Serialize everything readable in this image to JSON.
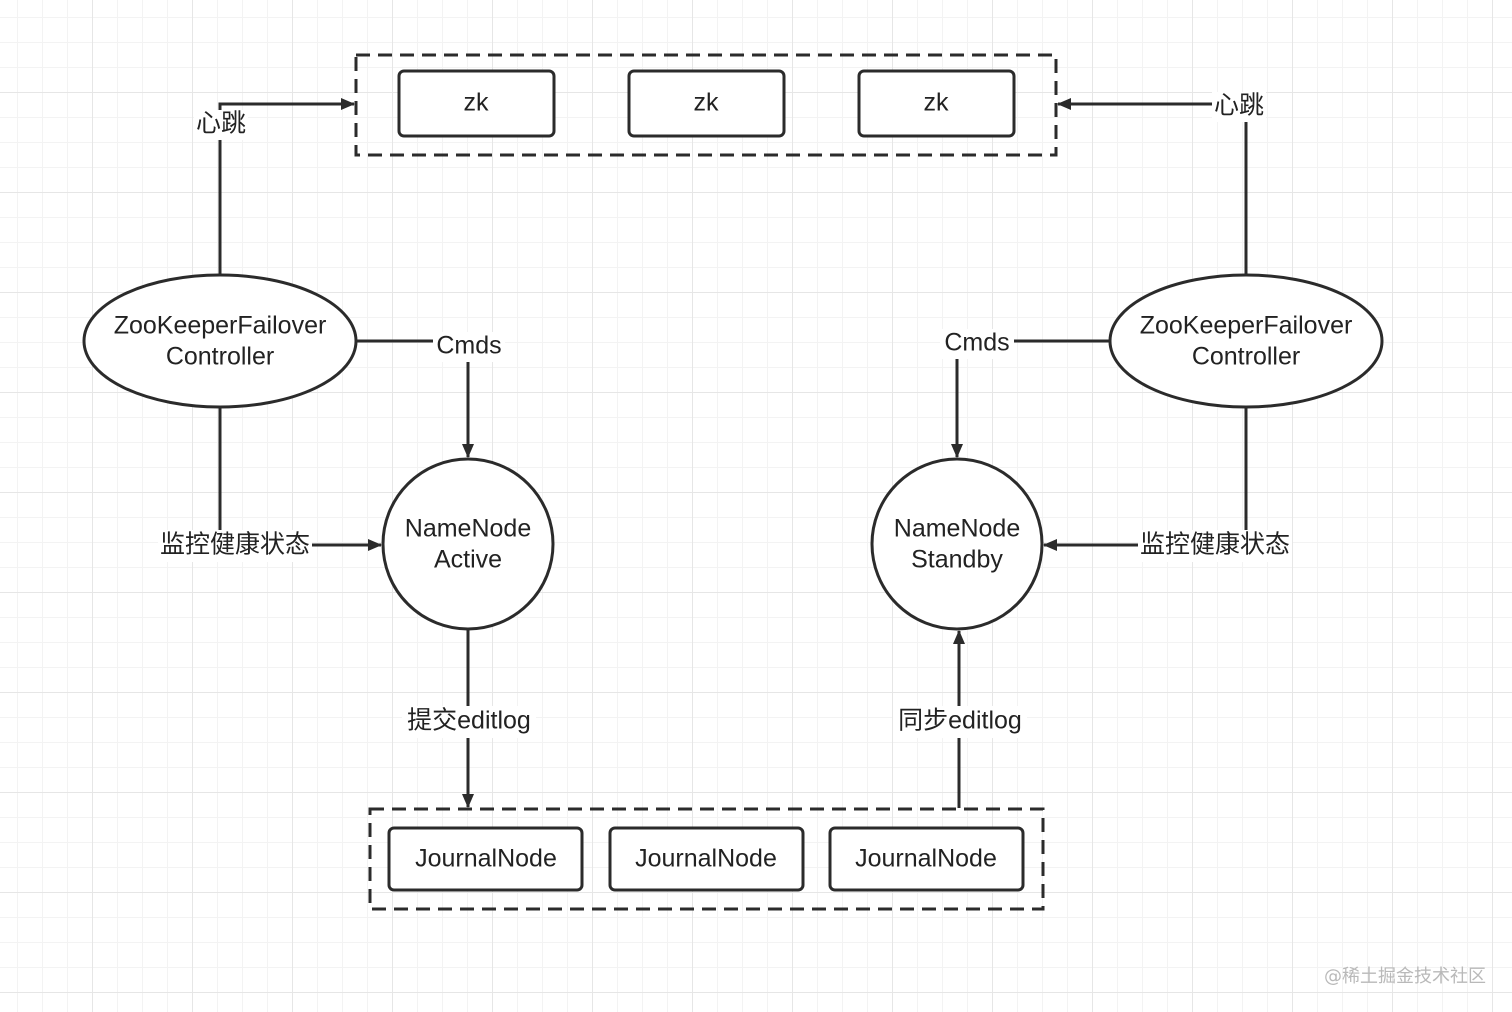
{
  "zk_cluster": {
    "nodes": [
      "zk",
      "zk",
      "zk"
    ]
  },
  "zkfc_left": {
    "line1": "ZooKeeperFailover",
    "line2": "Controller"
  },
  "zkfc_right": {
    "line1": "ZooKeeperFailover",
    "line2": "Controller"
  },
  "namenode_active": {
    "line1": "NameNode",
    "line2": "Active"
  },
  "namenode_standby": {
    "line1": "NameNode",
    "line2": "Standby"
  },
  "journal_cluster": {
    "nodes": [
      "JournalNode",
      "JournalNode",
      "JournalNode"
    ]
  },
  "edges": {
    "heartbeat_left": "心跳",
    "heartbeat_right": "心跳",
    "cmds_left": "Cmds",
    "cmds_right": "Cmds",
    "monitor_left": "监控健康状态",
    "monitor_right": "监控健康状态",
    "commit_editlog": "提交editlog",
    "sync_editlog": "同步editlog"
  },
  "watermark": "@稀土掘金技术社区",
  "colors": {
    "stroke": "#2b2b2b",
    "text": "#222222",
    "watermark": "#b9b9b9"
  }
}
